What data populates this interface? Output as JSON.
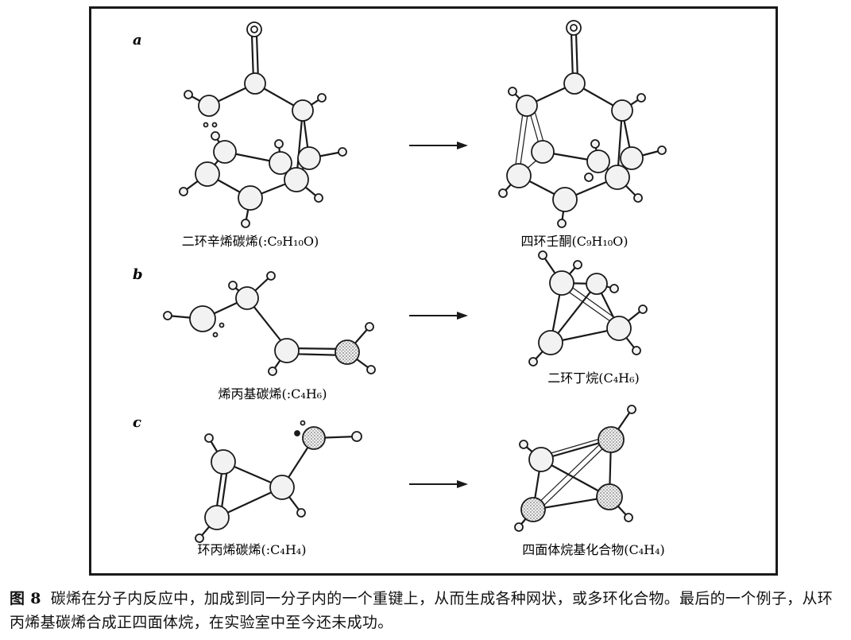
{
  "panels": [
    {
      "letter": "a",
      "left_label": "二环辛烯碳烯(:C₉H₁₀O)",
      "right_label": "四环壬酮(C₉H₁₀O)"
    },
    {
      "letter": "b",
      "left_label": "烯丙基碳烯(:C₄H₆)",
      "right_label": "二环丁烷(C₄H₆)"
    },
    {
      "letter": "c",
      "left_label": "环丙烯碳烯(:C₄H₄)",
      "right_label": "四面体烷基化合物(C₄H₄)"
    }
  ],
  "caption": {
    "prefix": "图 8",
    "text": "碳烯在分子内反应中，加成到同一分子内的一个重键上，从而生成各种网状，或多环化合物。最后的一个例子，从环丙烯基碳烯合成正四面体烷，在实验室中至今还未成功。"
  },
  "colors": {
    "ink": "#1a1a1a",
    "atom_fill": "#f2f2f2",
    "shaded_fill": "#bdbdbd"
  }
}
